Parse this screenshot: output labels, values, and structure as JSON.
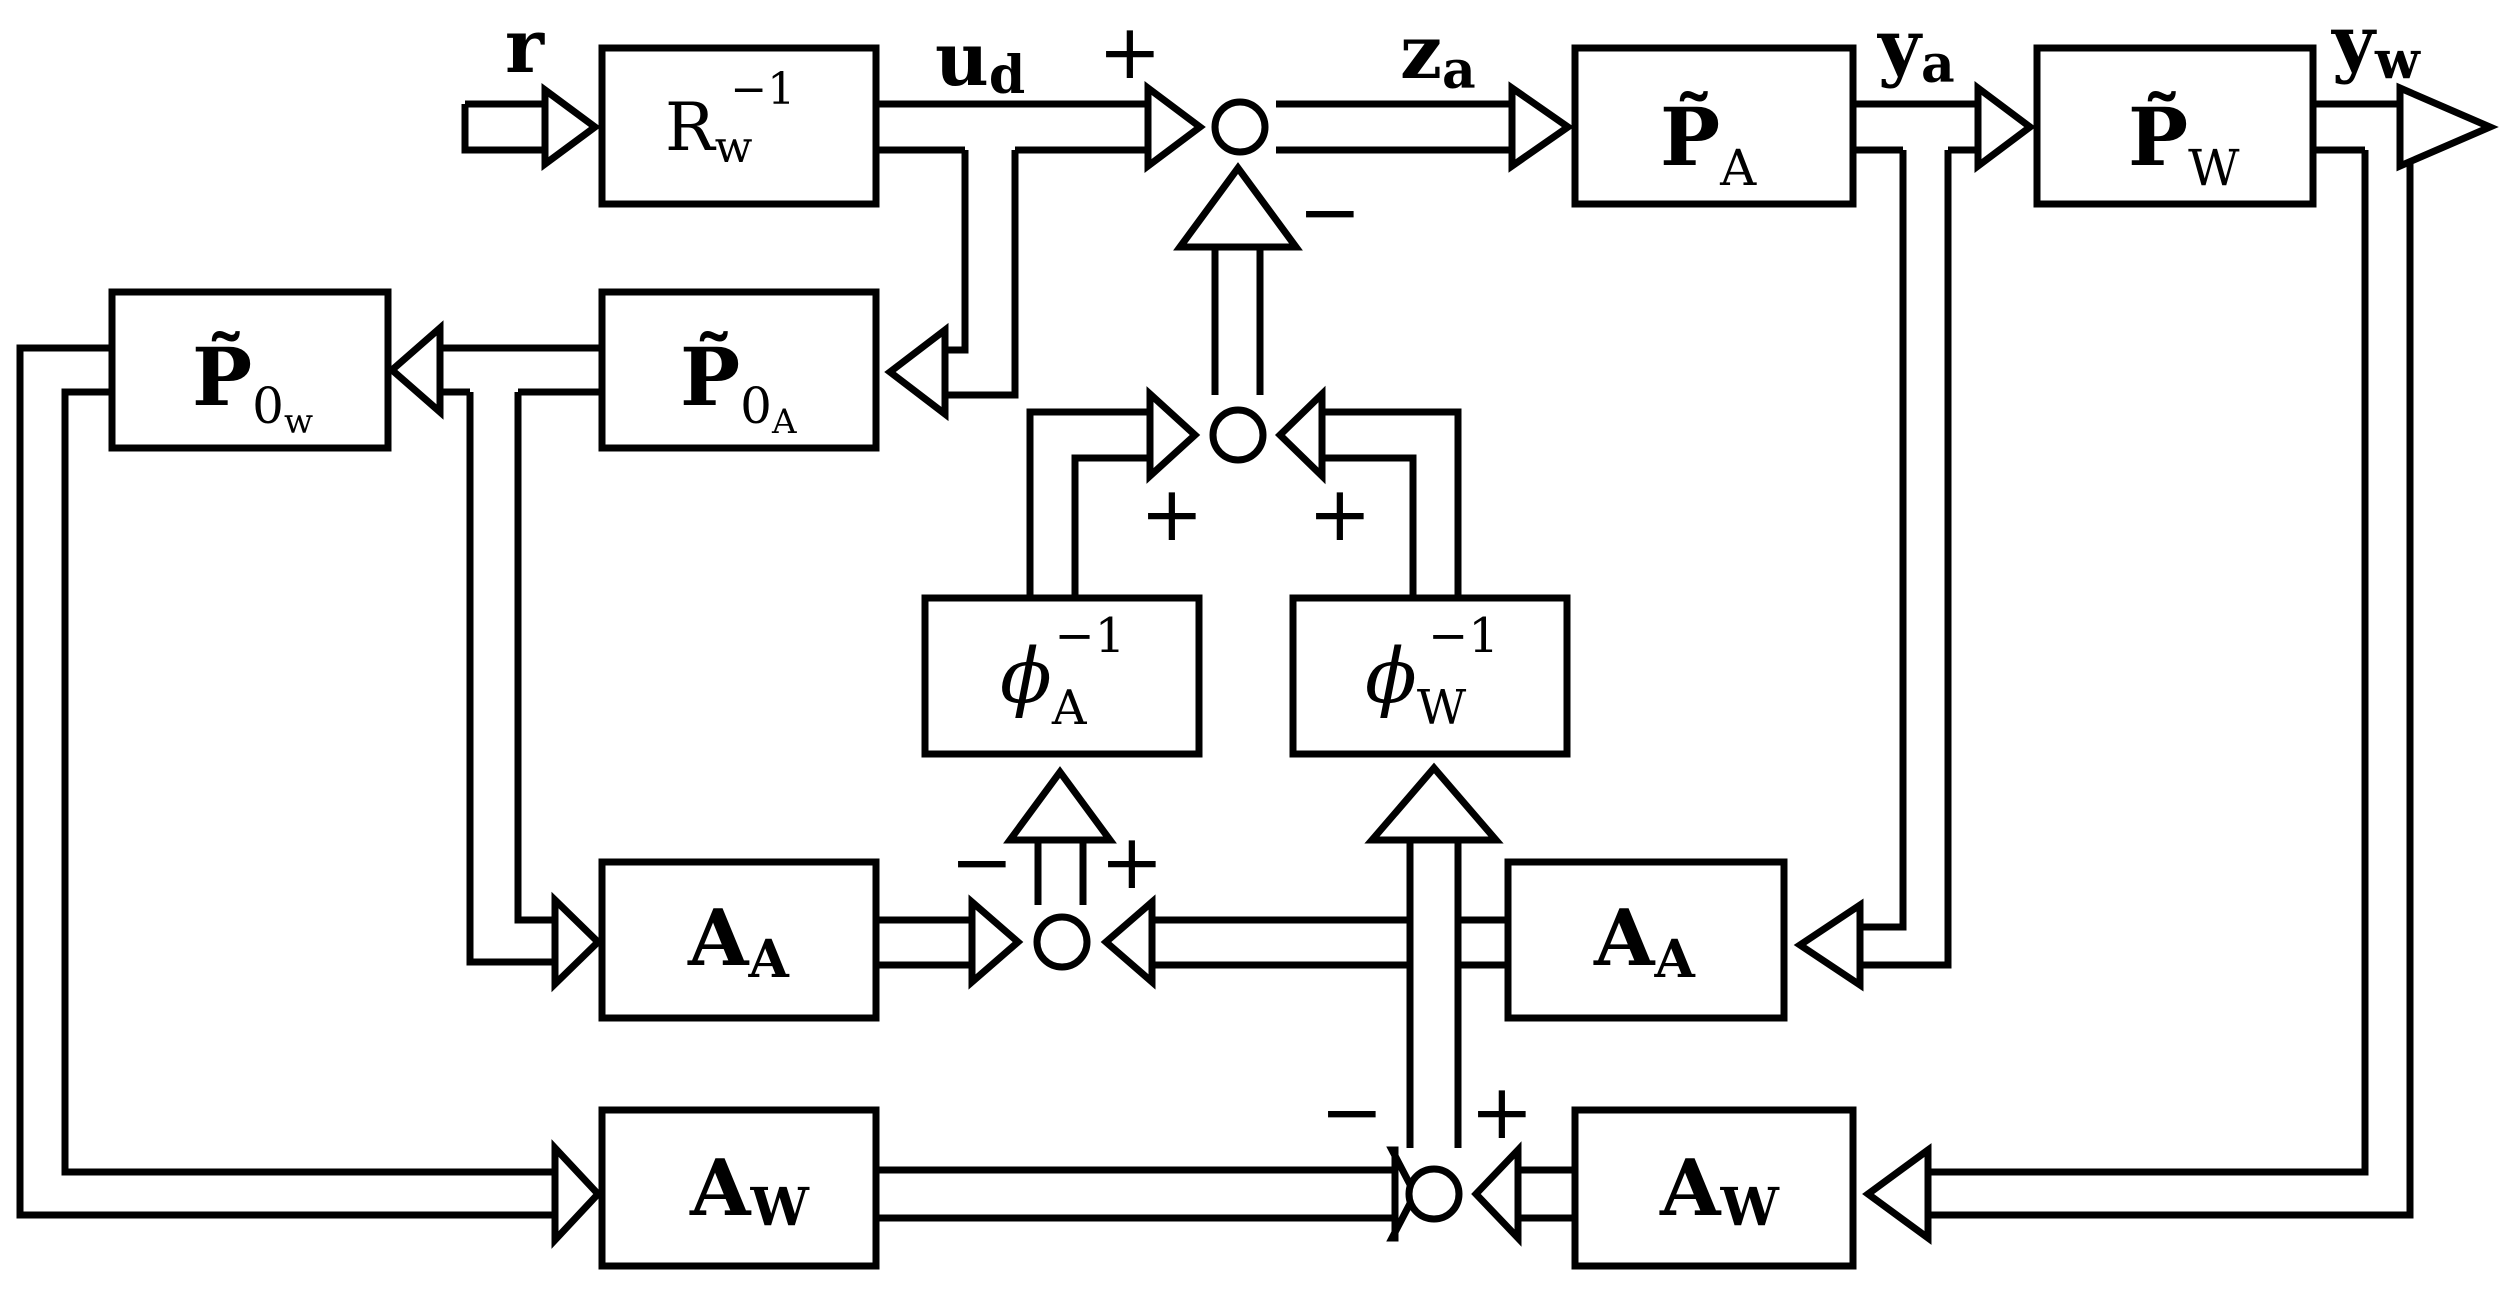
{
  "blocks": {
    "rw_inv": {
      "main": "R",
      "sub": "w",
      "sup": "−1"
    },
    "pa": {
      "main": "P̃",
      "sub": "A"
    },
    "pw": {
      "main": "P̃",
      "sub": "W"
    },
    "p0a": {
      "main": "P̃",
      "sub": "0",
      "subsub": "A"
    },
    "p0w": {
      "main": "P̃",
      "sub": "0",
      "subsub": "w"
    },
    "phia": {
      "main": "ϕ",
      "sub": "A",
      "sup": "−1"
    },
    "phiw": {
      "main": "ϕ",
      "sub": "W",
      "sup": "−1"
    },
    "aa_left": {
      "main": "A",
      "sub": "A"
    },
    "aa_right": {
      "main": "A",
      "sub": "A"
    },
    "aw_left": {
      "main": "A",
      "sub": "W"
    },
    "aw_right": {
      "main": "A",
      "sub": "W"
    }
  },
  "signals": {
    "r": {
      "main": "r"
    },
    "ud": {
      "main": "u",
      "sub": "d"
    },
    "za": {
      "main": "z",
      "sub": "a"
    },
    "ya": {
      "main": "y",
      "sub": "a"
    },
    "yw": {
      "main": "y",
      "sub": "w"
    }
  },
  "signs": {
    "top_plus": "+",
    "top_minus": "−",
    "mid_left_plus": "+",
    "mid_right_plus": "+",
    "aa_minus": "−",
    "aa_plus": "+",
    "aw_minus": "−",
    "aw_plus": "+"
  }
}
